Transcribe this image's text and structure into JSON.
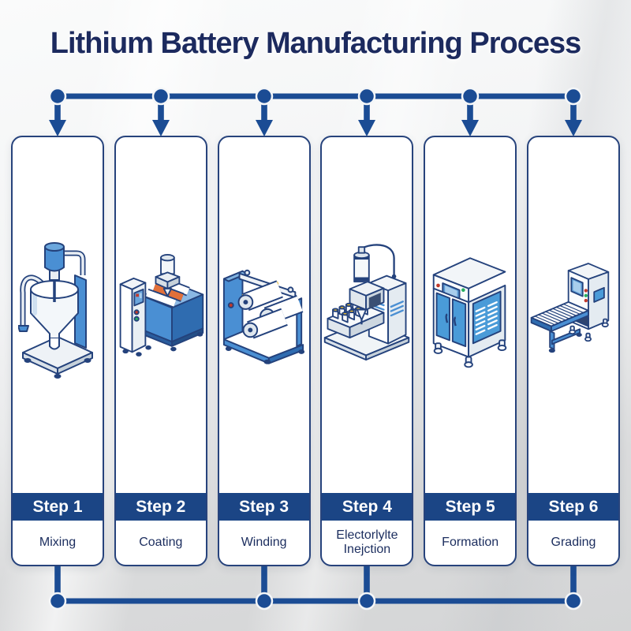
{
  "title": "Lithium Battery Manufacturing Process",
  "steps": [
    {
      "step_label": "Step 1",
      "name": "Mixing",
      "machine_icon": "mixing-machine-icon"
    },
    {
      "step_label": "Step 2",
      "name": "Coating",
      "machine_icon": "coating-machine-icon"
    },
    {
      "step_label": "Step 3",
      "name": "Winding",
      "machine_icon": "winding-machine-icon"
    },
    {
      "step_label": "Step 4",
      "name": "Electorlylte Inejction",
      "machine_icon": "electrolyte-injection-machine-icon"
    },
    {
      "step_label": "Step 5",
      "name": "Formation",
      "machine_icon": "formation-machine-icon"
    },
    {
      "step_label": "Step 6",
      "name": "Grading",
      "machine_icon": "grading-machine-icon"
    }
  ],
  "connectors": {
    "top_connected_steps": [
      1,
      2,
      3,
      4,
      5,
      6
    ],
    "bottom_connected_steps": [
      1,
      3,
      4,
      6
    ]
  },
  "colors": {
    "title_navy": "#1c2a5e",
    "band_navy": "#1b4585",
    "connector_blue": "#1b4c94",
    "card_border_navy": "#27437c",
    "machine_blue": "#4a8fd3",
    "machine_blue_dark": "#2f6cb0",
    "accent_orange": "#e2703a",
    "accent_yellow": "#f0c030",
    "accent_red": "#c0392b",
    "accent_green": "#27ae60",
    "background_gray": "#d4d5d6"
  }
}
